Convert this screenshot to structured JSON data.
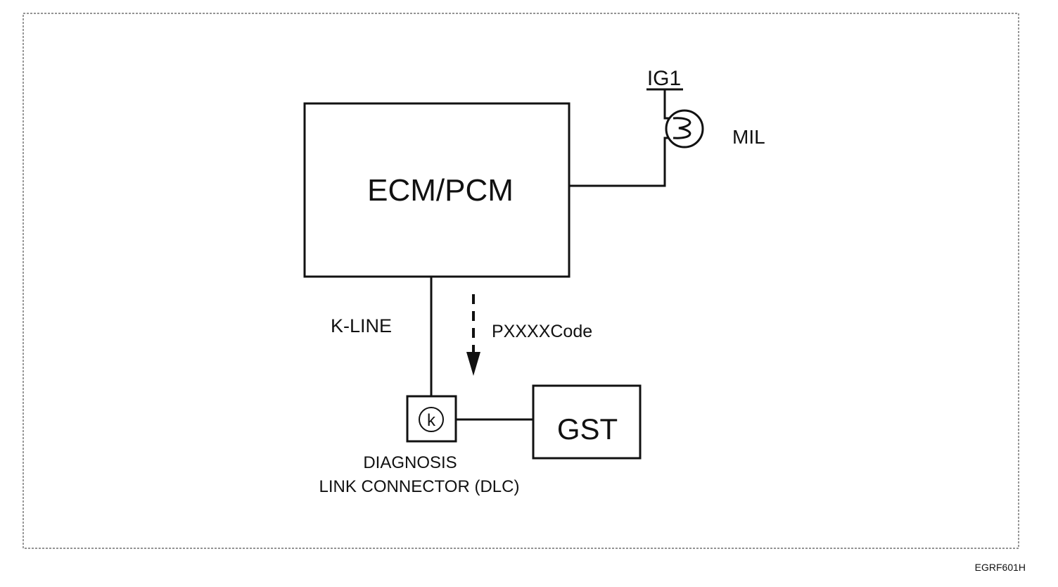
{
  "diagram": {
    "ecm_label": "ECM/PCM",
    "ig_label": "IG1",
    "mil_label": "MIL",
    "kline_label": "K-LINE",
    "code_label": "PXXXXCode",
    "dlc_symbol": "k",
    "dlc_label_line1": "DIAGNOSIS",
    "dlc_label_line2": "LINK CONNECTOR (DLC)",
    "gst_label": "GST",
    "figure_code": "EGRF601H"
  }
}
